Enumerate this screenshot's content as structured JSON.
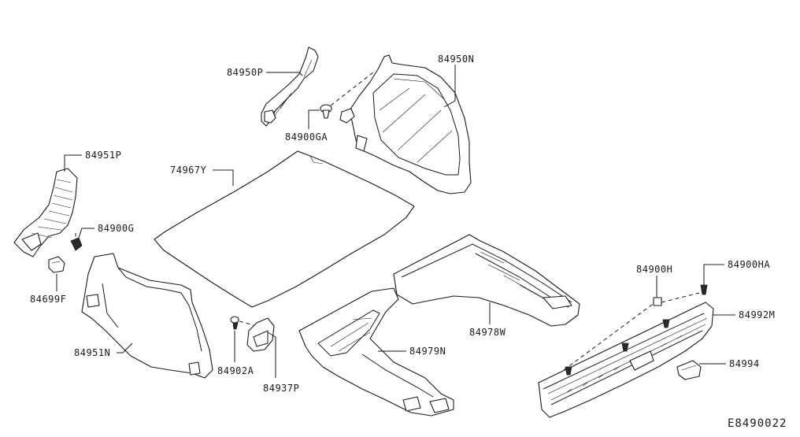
{
  "diagram": {
    "diagram_code": "E8490022",
    "parts": {
      "p84950P": "84950P",
      "p84950N": "84950N",
      "p84900GA": "84900GA",
      "p84951P": "84951P",
      "p74967Y": "74967Y",
      "p84900G": "84900G",
      "p84699F": "84699F",
      "p84951N": "84951N",
      "p84902A": "84902A",
      "p84937P": "84937P",
      "p84979N": "84979N",
      "p84978W": "84978W",
      "p84900H": "84900H",
      "p84900HA": "84900HA",
      "p84992M": "84992M",
      "p84994": "84994"
    }
  }
}
